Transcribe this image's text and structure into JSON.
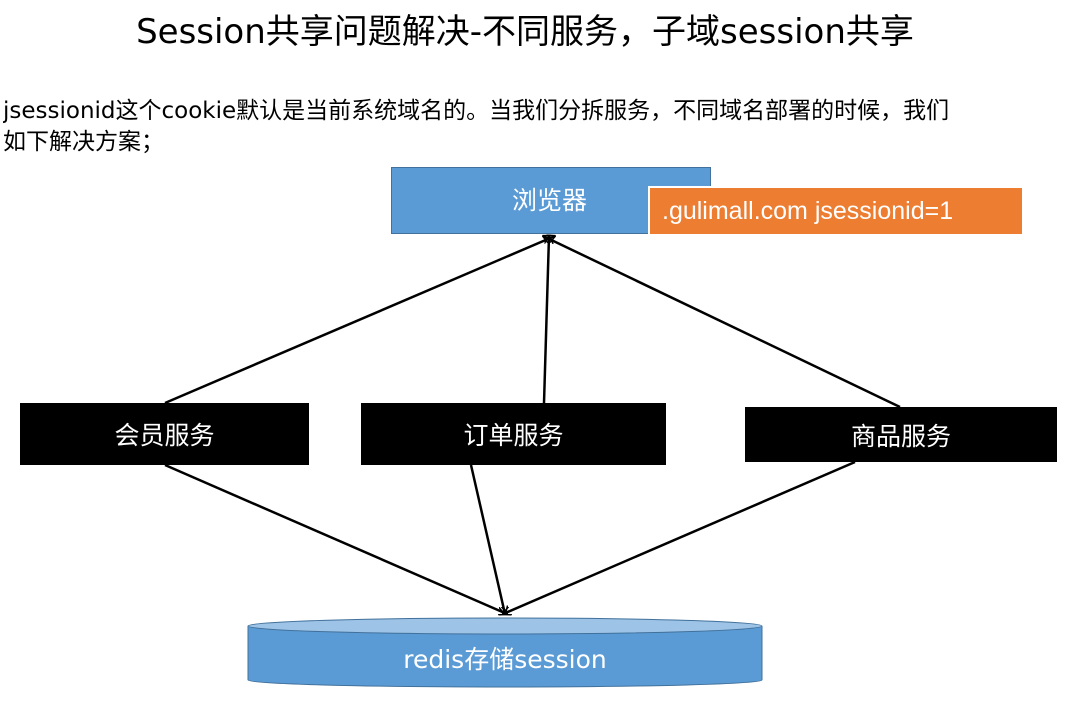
{
  "title": "Session共享问题解决-不同服务，子域session共享",
  "description": {
    "line1": "jsessionid这个cookie默认是当前系统域名的。当我们分拆服务，不同域名部署的时候，我们",
    "line2": "如下解决方案；"
  },
  "diagram": {
    "browser": {
      "label": "浏览器"
    },
    "cookie": {
      "label": ".gulimall.com  jsessionid=1"
    },
    "services": {
      "member": {
        "label": "会员服务"
      },
      "order": {
        "label": "订单服务"
      },
      "goods": {
        "label": "商品服务"
      }
    },
    "storage": {
      "label": "redis存储session"
    }
  },
  "colors": {
    "browser_fill": "#5b9bd5",
    "cookie_fill": "#ed7d31",
    "service_fill": "#000000",
    "storage_fill": "#5b9bd5",
    "storage_top": "#9dc3e6"
  }
}
